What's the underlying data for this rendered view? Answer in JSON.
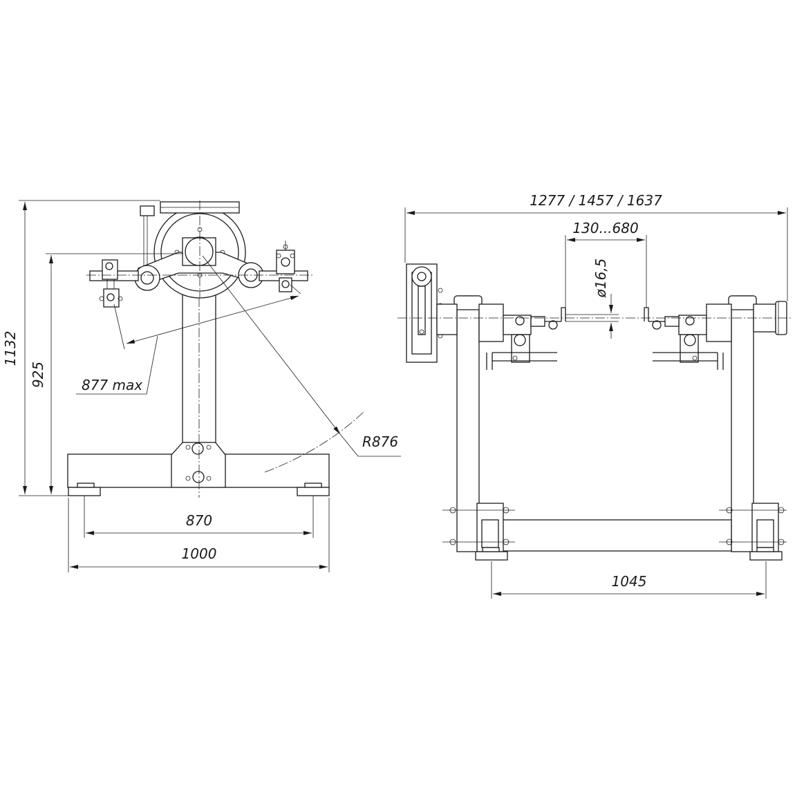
{
  "side_view": {
    "dim_height_total": "1132",
    "dim_height_axis": "925",
    "dim_reach": "877 max",
    "dim_radius": "R876",
    "dim_feet_spacing": "870",
    "dim_base_width": "1000"
  },
  "front_view": {
    "dim_overall_width": "1277 / 1457 / 1637",
    "dim_clamp_range": "130...680",
    "dim_pin_diameter": "ø16,5",
    "dim_feet_spacing": "1045"
  }
}
